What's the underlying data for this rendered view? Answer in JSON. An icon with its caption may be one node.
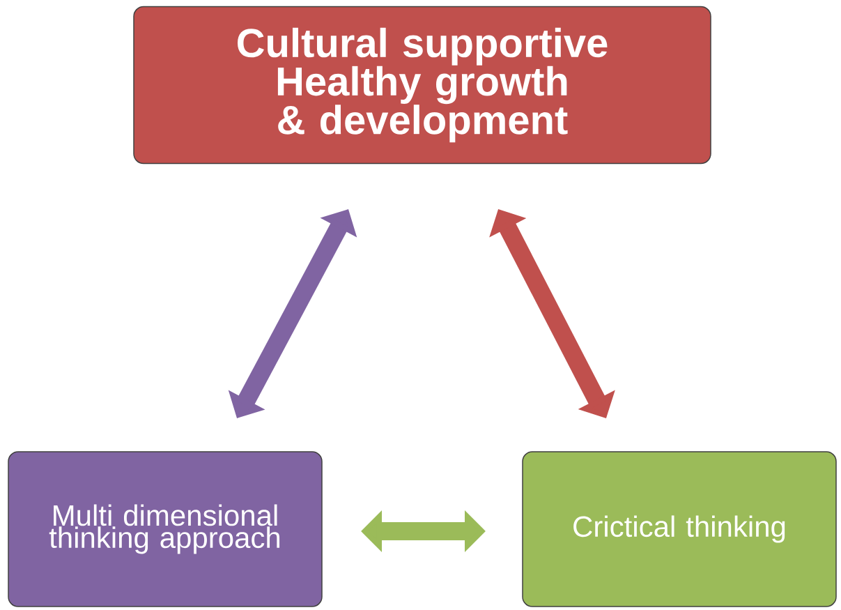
{
  "diagram": {
    "nodes": [
      {
        "text": [
          "Cultural supportive Healthy growth & development"
        ]
      },
      {
        "text": [
          "Multi dimensional thinking approach"
        ]
      },
      {
        "text": [
          "Crictical thinking"
        ]
      }
    ],
    "edges": [
      {
        "from": 1,
        "to": 0,
        "arrow": "both",
        "color": "#8064a2"
      },
      {
        "from": 2,
        "to": 0,
        "arrow": "both",
        "color": "#c0504d"
      },
      {
        "from": 1,
        "to": 2,
        "arrow": "both",
        "color": "#9bbb59"
      }
    ]
  }
}
